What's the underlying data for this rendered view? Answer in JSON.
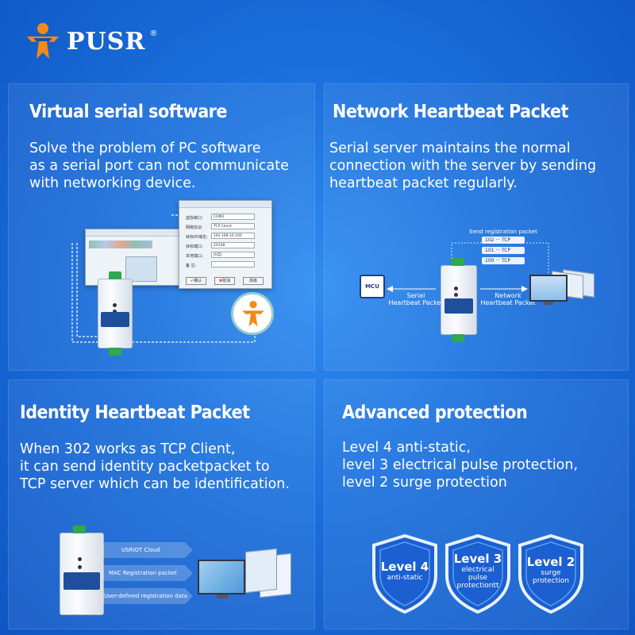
{
  "brand": {
    "name": "PUSR",
    "reg": "®"
  },
  "panels": [
    {
      "title": "Virtual serial software",
      "lines": [
        "Solve the problem of PC software",
        "as a serial port can not communicate",
        "with networking device."
      ]
    },
    {
      "title": "Network Heartbeat Packet",
      "lines": [
        "Serial server maintains the normal",
        "connection with the server by sending",
        "heartbeat packet regularly."
      ]
    },
    {
      "title": "Identity Heartbeat Packet",
      "lines": [
        "When 302 works as TCP Client,",
        "it can send identity packetpacket to",
        "TCP server which  can be identification."
      ]
    },
    {
      "title": "Advanced protection",
      "lines": [
        "Level 4 anti-static,",
        "level 3 electrical pulse protection,",
        "level 2 surge protection"
      ]
    }
  ],
  "dialog": {
    "fields": [
      {
        "label": "虚拟串口:",
        "value": "COM2"
      },
      {
        "label": "网络协议:",
        "value": "TCP Client"
      },
      {
        "label": "目标IP/域名:",
        "value": "192.168.10.100"
      },
      {
        "label": "目标端口:",
        "value": "20108"
      },
      {
        "label": "本地端口:",
        "value": "0(自)"
      },
      {
        "label": "备  注:",
        "value": ""
      }
    ],
    "ok": "确认",
    "cancel": "取消",
    "advanced": "高级"
  },
  "heartbeat": {
    "registration_title": "Send registration packet",
    "rows": [
      "102 ··· TCP",
      "101 ··· TCP",
      "100 ··· TCP"
    ],
    "mcu": "MCU",
    "serial_label": [
      "Serial",
      "Heartbeat Packet"
    ],
    "network_label": [
      "Network",
      "Heartbeat Packet"
    ]
  },
  "identity": {
    "labels": [
      "USRIOT Cloud",
      "MAC Registration packet",
      "User-defined  registration data"
    ]
  },
  "shields": [
    {
      "level": "Level 4",
      "sub": [
        "anti-static"
      ]
    },
    {
      "level": "Level 3",
      "sub": [
        "electrical",
        "pulse",
        "protectiontt"
      ]
    },
    {
      "level": "Level 2",
      "sub": [
        "surge",
        "protection"
      ]
    }
  ],
  "colors": {
    "background": "#1a6fdc",
    "logo_orange": "#f08a1c",
    "accent_green": "#2fa84f"
  }
}
